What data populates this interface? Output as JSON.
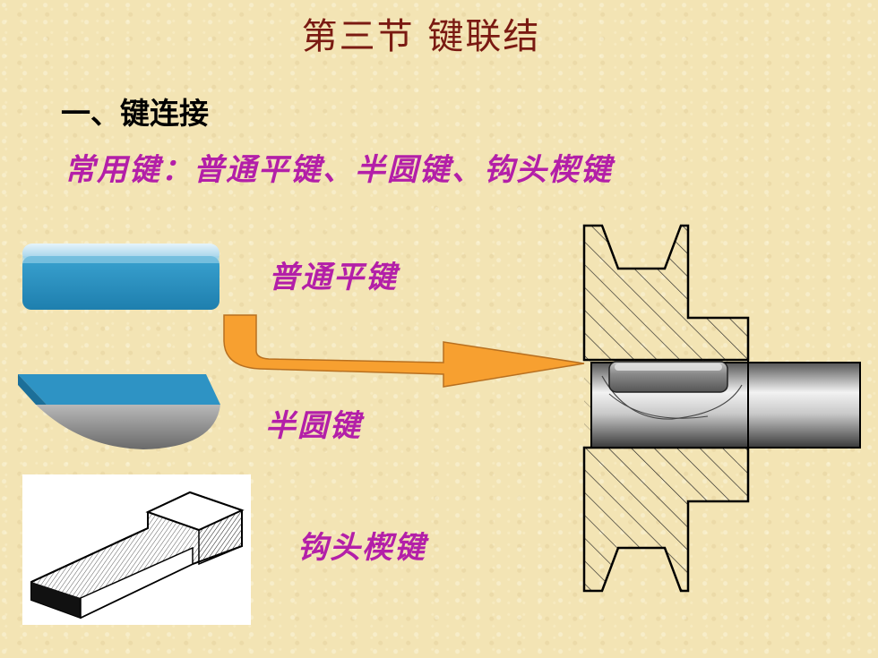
{
  "slide": {
    "title": "第三节  键联结",
    "section_heading": "一、键连接",
    "common_keys_line": "常用键：普通平键、半圆键、钩头楔键",
    "key_labels": {
      "flat": "普通平键",
      "semicircle": "半圆键",
      "hook": "钩头楔键"
    }
  },
  "colors": {
    "title": "#7a1a12",
    "magenta_text": "#b31fa8",
    "key_blue": "#2e93c4",
    "arrow_orange": "#f7a030"
  }
}
